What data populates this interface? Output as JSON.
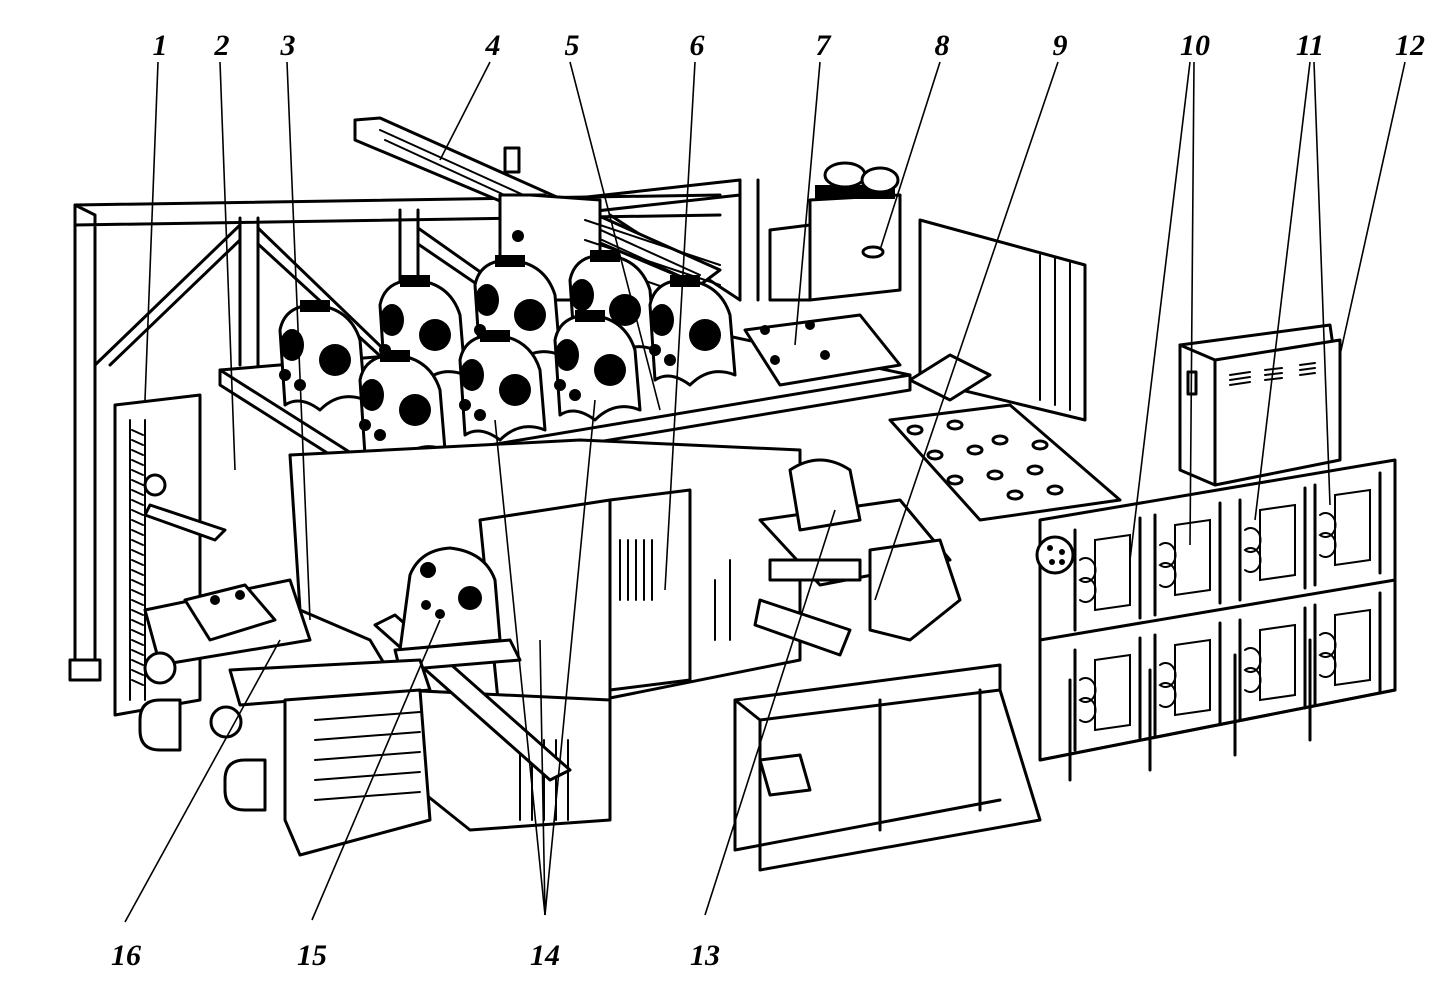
{
  "figure": {
    "type": "technical-illustration",
    "subject": "roll forming / straightening machine line assembly",
    "line_color": "#000000",
    "background_color": "#ffffff"
  },
  "callouts": [
    {
      "id": 1,
      "label": "1"
    },
    {
      "id": 2,
      "label": "2"
    },
    {
      "id": 3,
      "label": "3"
    },
    {
      "id": 4,
      "label": "4"
    },
    {
      "id": 5,
      "label": "5"
    },
    {
      "id": 6,
      "label": "6"
    },
    {
      "id": 7,
      "label": "7"
    },
    {
      "id": 8,
      "label": "8"
    },
    {
      "id": 9,
      "label": "9"
    },
    {
      "id": 10,
      "label": "10"
    },
    {
      "id": 11,
      "label": "11"
    },
    {
      "id": 12,
      "label": "12"
    },
    {
      "id": 13,
      "label": "13"
    },
    {
      "id": 14,
      "label": "14"
    },
    {
      "id": 15,
      "label": "15"
    },
    {
      "id": 16,
      "label": "16"
    }
  ]
}
